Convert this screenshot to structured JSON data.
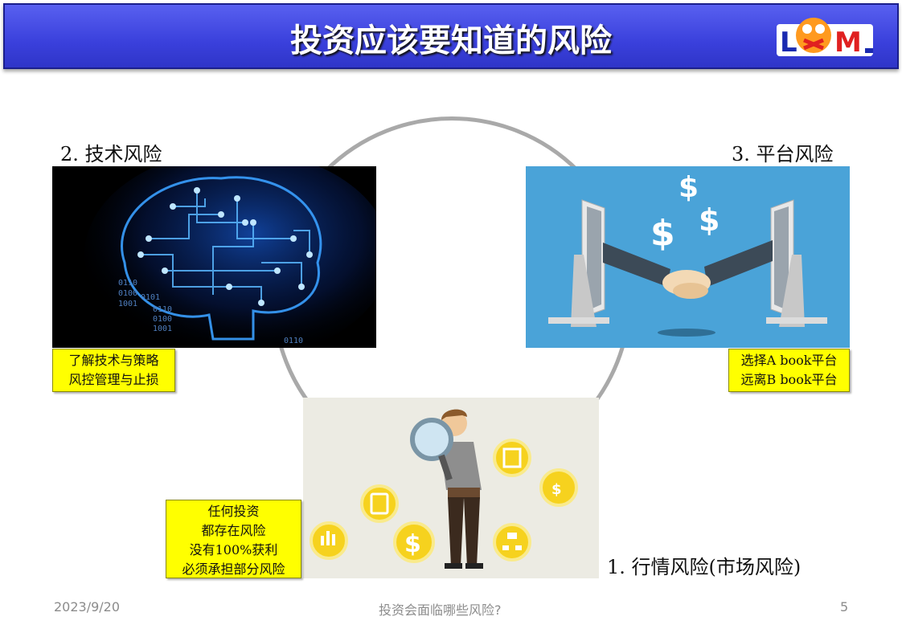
{
  "title": "投资应该要知道的风险",
  "logo": {
    "text": "LOOXM"
  },
  "sections": {
    "tech": {
      "heading": "2. 技术风险",
      "binary": [
        "0110",
        "0100",
        "1001",
        "0101",
        "0110",
        "0100",
        "1001",
        "0110"
      ],
      "notes": [
        "了解技术与策略",
        "风控管理与止损"
      ]
    },
    "platform": {
      "heading": "3. 平台风险",
      "notes": [
        "选择A book平台",
        "远离B book平台"
      ]
    },
    "market": {
      "heading": "1. 行情风险(市场风险)",
      "notes": [
        "任何投资",
        "都存在风险",
        "没有100%获利",
        "必须承担部分风险"
      ]
    }
  },
  "footer": {
    "date": "2023/9/20",
    "caption": "投资会面临哪些风险?",
    "page": "5"
  },
  "colors": {
    "title_bar": "#3a40dc",
    "note_bg": "#ffff00",
    "ring": "#a9a9a9",
    "platform_bg": "#4aa3d8",
    "market_bg": "#ecebe3"
  }
}
